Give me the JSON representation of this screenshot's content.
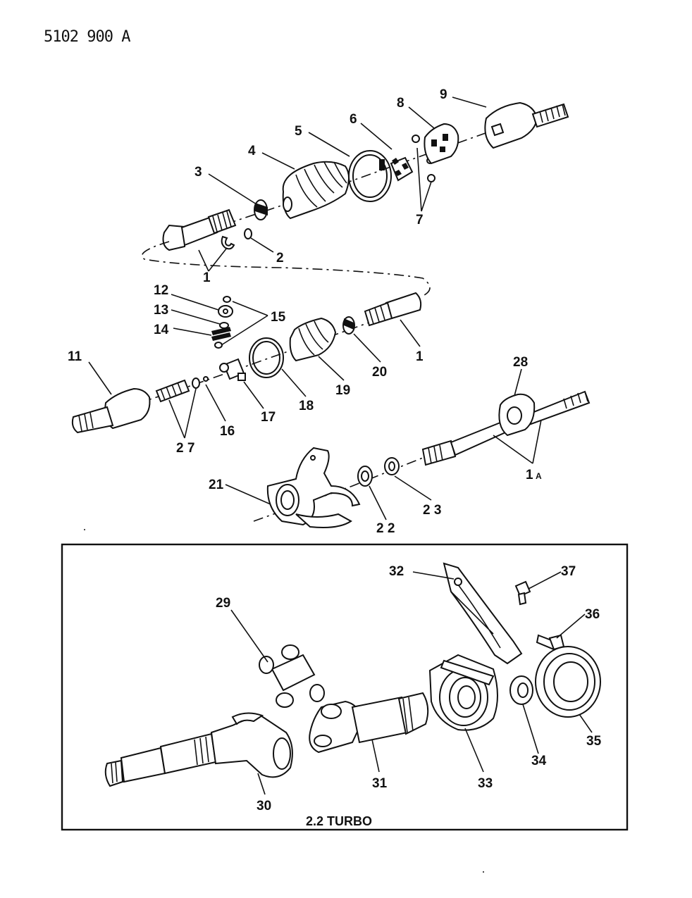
{
  "document": {
    "code": "5102 900  A",
    "caption": "2.2 TURBO"
  },
  "callouts": {
    "c1a": "1",
    "c1b": "1",
    "c1A": "1",
    "c1A_sub": "A",
    "c2": "2",
    "c3": "3",
    "c4": "4",
    "c5": "5",
    "c6": "6",
    "c7": "7",
    "c8": "8",
    "c9": "9",
    "c11": "11",
    "c12": "12",
    "c13": "13",
    "c14": "14",
    "c15": "15",
    "c16": "16",
    "c17": "17",
    "c18": "18",
    "c19": "19",
    "c20": "20",
    "c21": "21",
    "c22": "2 2",
    "c23": "2 3",
    "c27": "2 7",
    "c28": "28",
    "c29": "29",
    "c30": "30",
    "c31": "31",
    "c32": "32",
    "c33": "33",
    "c34": "34",
    "c35": "35",
    "c36": "36",
    "c37": "37"
  },
  "icons": [
    "axle-shaft-icon",
    "cv-joint-icon",
    "boot-icon",
    "clamp-icon",
    "knuckle-icon",
    "bearing-icon",
    "universal-joint-icon",
    "yoke-icon",
    "bolt-icon",
    "seal-icon"
  ]
}
